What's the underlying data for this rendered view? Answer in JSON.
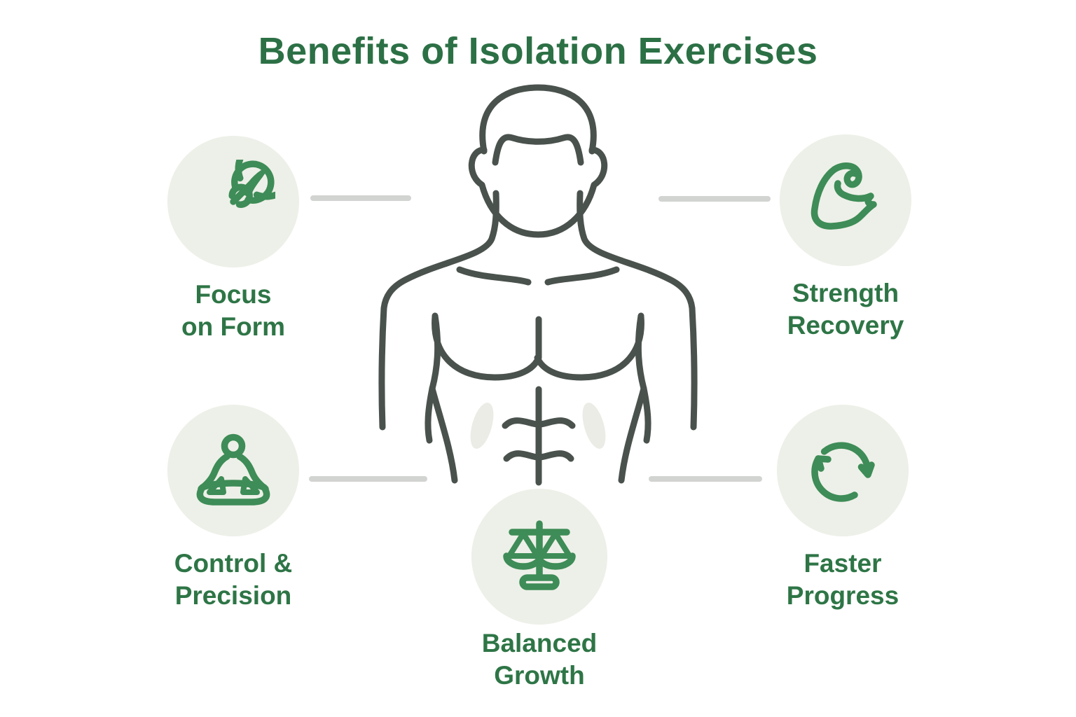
{
  "title": "Benefits of Isolation Exercises",
  "colors": {
    "title_green": "#2c7045",
    "label_green": "#2e7546",
    "icon_green": "#3e8c57",
    "circle_bg": "#edf0e8",
    "body_stroke": "#4a524d",
    "connector_gray": "#d2d4d1",
    "background": "#ffffff"
  },
  "center_figure": "male-torso-line-art",
  "benefits": [
    {
      "id": "focus-on-form",
      "icon": "target-arrow-icon",
      "label_line1": "Focus",
      "label_line2": "on Form",
      "position": "top-left"
    },
    {
      "id": "strength-recovery",
      "icon": "flexed-bicep-icon",
      "label_line1": "Strength",
      "label_line2": "Recovery",
      "position": "top-right"
    },
    {
      "id": "control-precision",
      "icon": "meditation-icon",
      "label_line1": "Control &",
      "label_line2": "Precision",
      "position": "bottom-left"
    },
    {
      "id": "faster-progress",
      "icon": "cycle-arrows-icon",
      "label_line1": "Faster",
      "label_line2": "Progress",
      "position": "bottom-right"
    },
    {
      "id": "balanced-growth",
      "icon": "balance-scale-icon",
      "label_line1": "Balanced",
      "label_line2": "Growth",
      "position": "bottom-center"
    }
  ]
}
